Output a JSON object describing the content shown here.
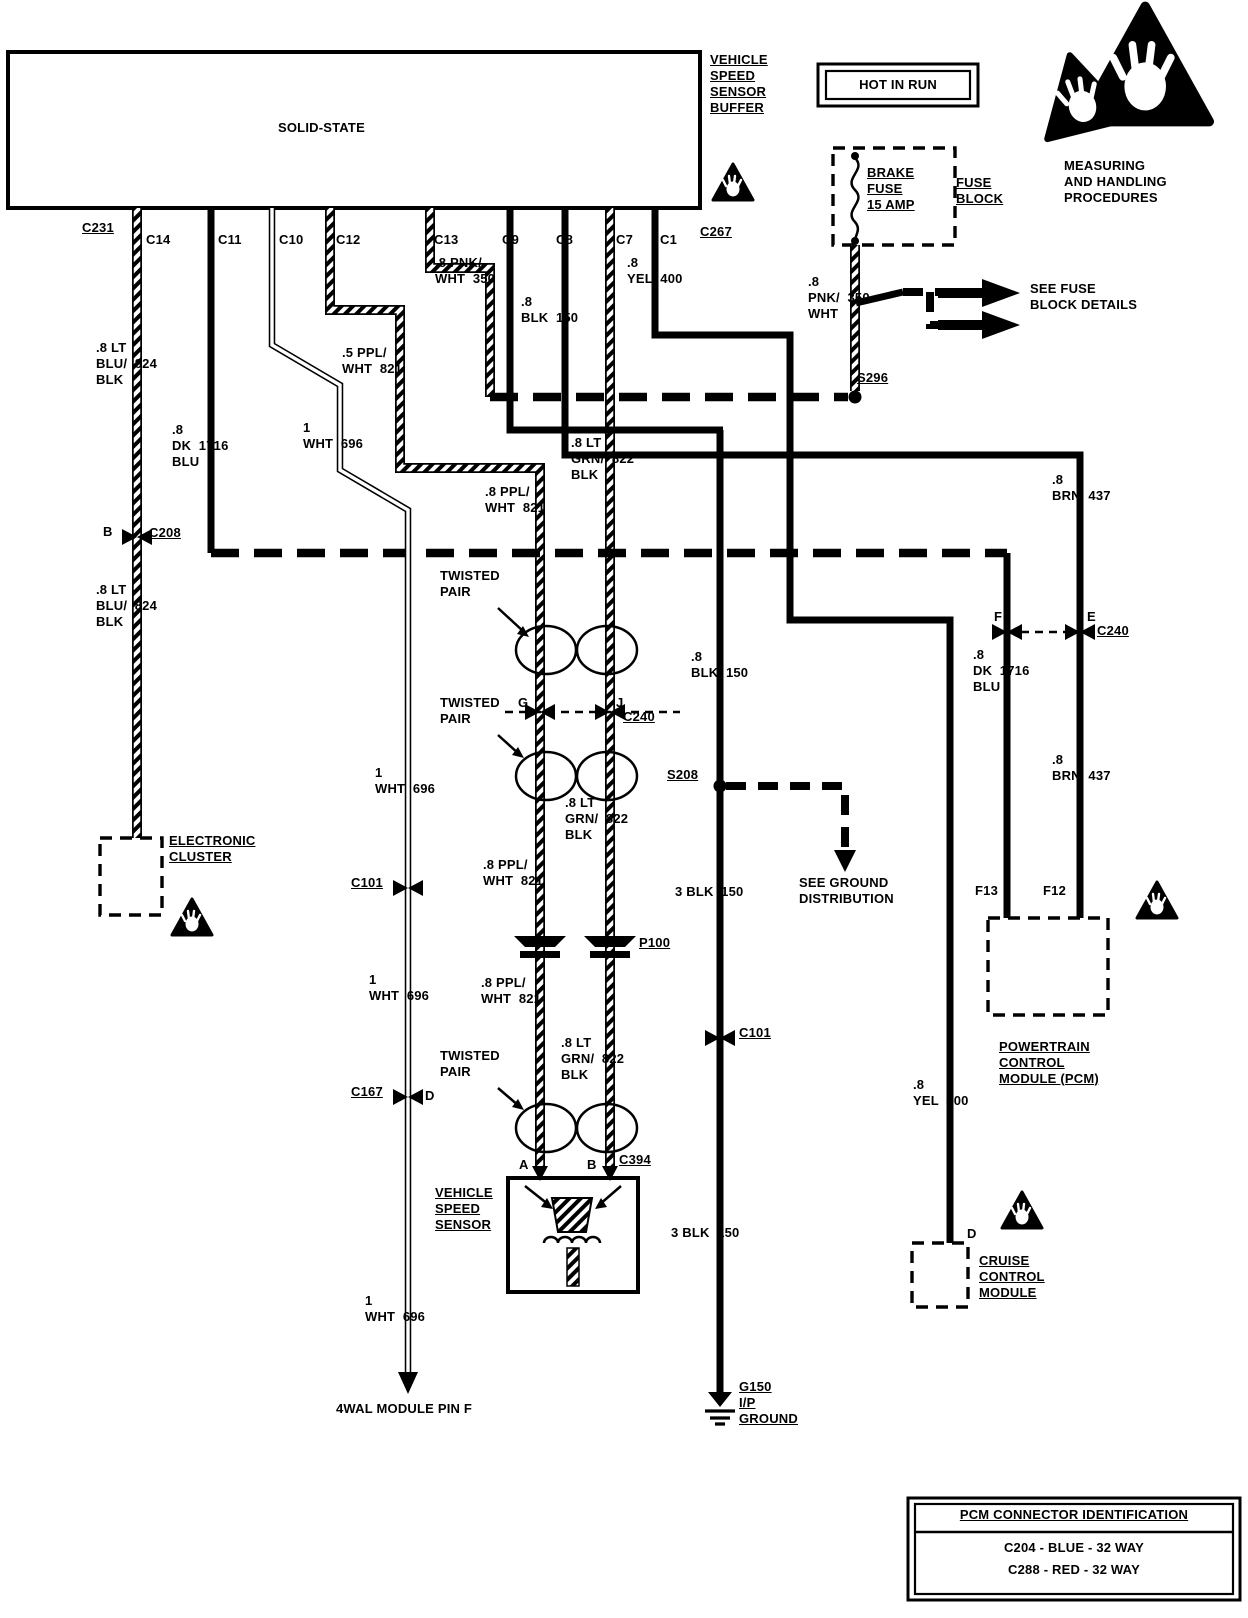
{
  "labels": {
    "solid_state": "SOLID-STATE",
    "c231": "C231",
    "c14": "C14",
    "c11": "C11",
    "c10": "C10",
    "c12": "C12",
    "c13": "C13",
    "c9": "C9",
    "c8": "C8",
    "c7": "C7",
    "c1": "C1",
    "c267": "C267",
    "vss_buffer": "VEHICLE\nSPEED\nSENSOR\nBUFFER",
    "hot_in_run": "HOT IN RUN",
    "esd_note": "MEASURING\nAND HANDLING\nPROCEDURES",
    "brake_fuse": "BRAKE\nFUSE\n15 AMP",
    "fuse_block": "FUSE\nBLOCK",
    "see_fuse": "SEE FUSE\nBLOCK DETAILS",
    "s296": "S296",
    "s208": "S208",
    "pnk_wht_fuse": ".8\nPNK/  350\nWHT",
    "pnk_wht_c13": ".8 PNK/\nWHT  350",
    "lt_blu": ".8 LT\nBLU/  824\nBLK",
    "dk_blu": ".8\nDK  1716\nBLU",
    "wht_696": "1\nWHT  696",
    "ppl_half": ".5 PPL/\nWHT  821",
    "ppl_wht": ".8 PPL/\nWHT  821",
    "blk_150": ".8\nBLK  150",
    "yel_400": ".8\nYEL  400",
    "lt_grn": ".8 LT\nGRN/  822\nBLK",
    "brn_437": ".8\nBRN  437",
    "blk3_150": "3 BLK  150",
    "pin_a": "A",
    "pin_b": "B",
    "pin_d": "D",
    "pin_e": "E",
    "pin_f": "F",
    "pin_g": "G",
    "pin_j": "J",
    "c208": "C208",
    "c240": "C240",
    "c394": "C394",
    "c101": "C101",
    "c167": "C167",
    "p100": "P100",
    "f13": "F13",
    "f12": "F12",
    "electronic_cluster": "ELECTRONIC\nCLUSTER",
    "twisted_pair": "TWISTED\nPAIR",
    "see_ground": "SEE GROUND\nDISTRIBUTION",
    "vss": "VEHICLE\nSPEED\nSENSOR",
    "g150": "G150\nI/P\nGROUND",
    "pcm": "POWERTRAIN\nCONTROL\nMODULE (PCM)",
    "cruise": "CRUISE\nCONTROL\nMODULE",
    "fourwal": "4WAL MODULE PIN F",
    "table_title": "PCM CONNECTOR IDENTIFICATION",
    "table_row1": "C204 - BLUE - 32 WAY",
    "table_row2": "C288 - RED - 32 WAY"
  },
  "icons": {
    "esd": "static-sensitive-warning-triangle",
    "ground": "chassis-ground",
    "splice": "splice-dot",
    "arrow": "right-arrow",
    "connector": "inline-connector"
  },
  "colors": {
    "ink": "#000000",
    "paper": "#ffffff"
  }
}
